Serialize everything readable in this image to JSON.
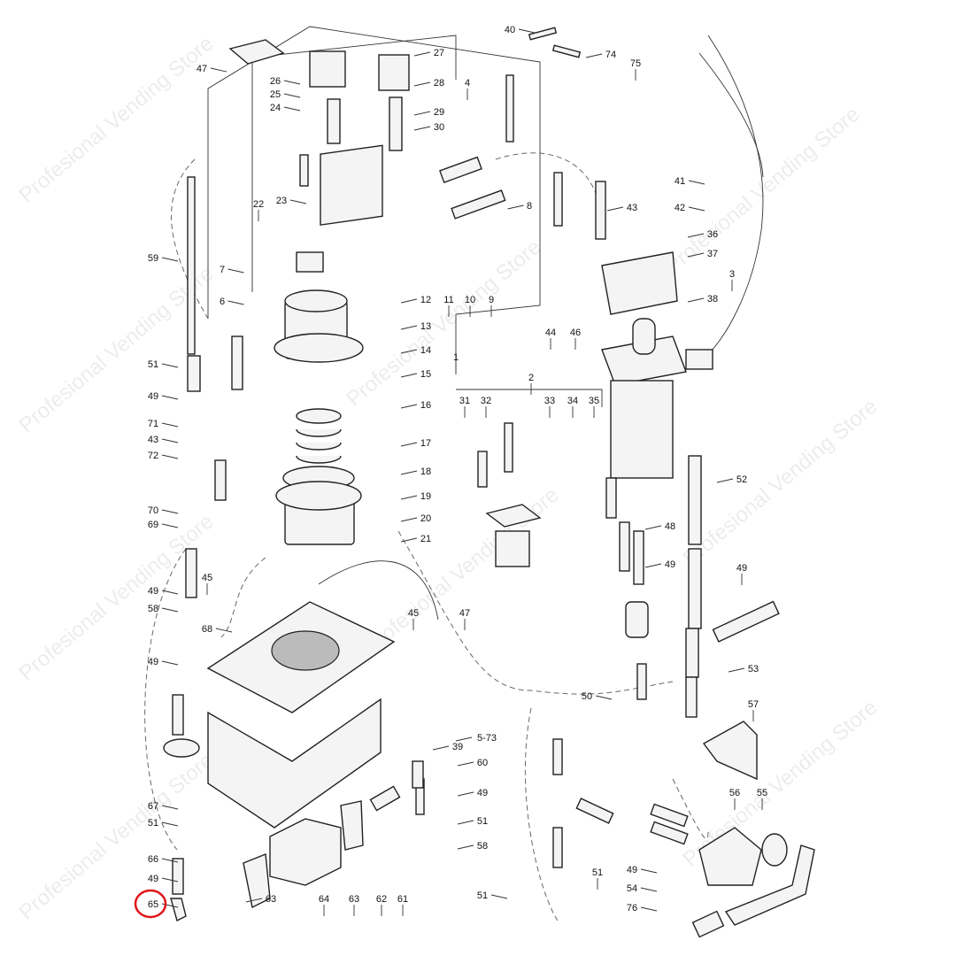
{
  "diagram": {
    "type": "exploded-parts-diagram",
    "watermark": "Profesional Vending Store",
    "highlighted_label": "65",
    "highlight_color": "#e0161b",
    "callouts": [
      "47",
      "26",
      "25",
      "24",
      "27",
      "28",
      "4",
      "29",
      "30",
      "40",
      "74",
      "75",
      "23",
      "22",
      "8",
      "43",
      "41",
      "42",
      "36",
      "37",
      "3",
      "38",
      "59",
      "7",
      "12",
      "11",
      "10",
      "9",
      "6",
      "13",
      "14",
      "15",
      "1",
      "44",
      "46",
      "51",
      "49",
      "16",
      "2",
      "31",
      "32",
      "33",
      "34",
      "35",
      "71",
      "17",
      "43",
      "72",
      "18",
      "52",
      "19",
      "70",
      "69",
      "48",
      "20",
      "21",
      "49",
      "49",
      "45",
      "49",
      "58",
      "45",
      "47",
      "68",
      "49",
      "53",
      "50",
      "57",
      "5-73",
      "39",
      "60",
      "67",
      "49",
      "51",
      "56",
      "55",
      "51",
      "58",
      "66",
      "49",
      "49",
      "54",
      "51",
      "65",
      "63",
      "64",
      "63",
      "62",
      "61",
      "51",
      "76"
    ]
  }
}
